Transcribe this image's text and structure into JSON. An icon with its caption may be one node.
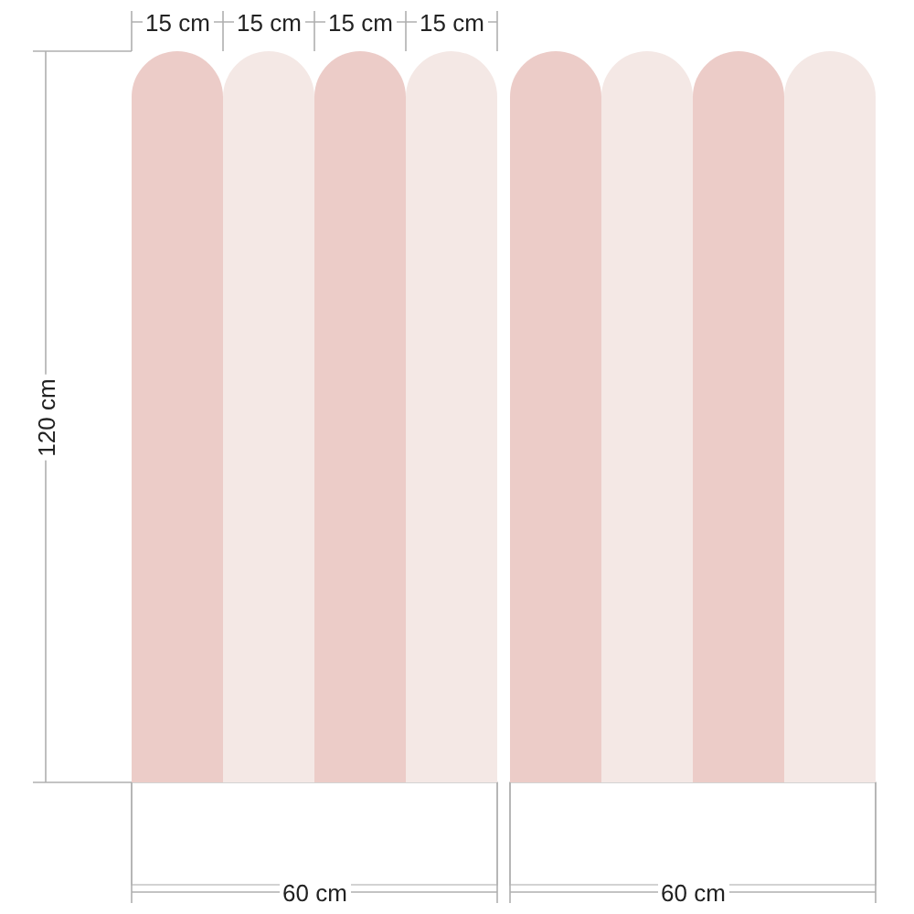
{
  "diagram": {
    "labels": [
      "15 cm",
      "15 cm",
      "15 cm",
      "15 cm",
      "120 cm",
      "60 cm",
      "60 cm"
    ]
  }
}
